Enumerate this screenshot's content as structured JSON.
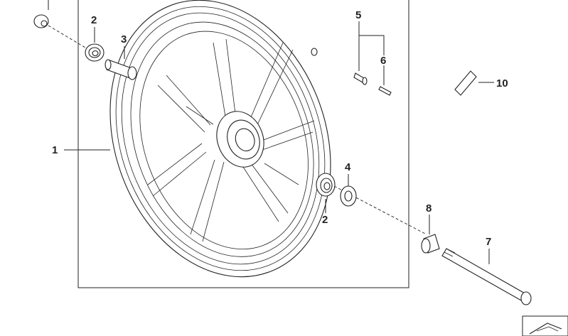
{
  "diagram": {
    "callouts": [
      "1",
      "2",
      "3",
      "4",
      "5",
      "6",
      "2",
      "7",
      "8",
      "10"
    ]
  }
}
